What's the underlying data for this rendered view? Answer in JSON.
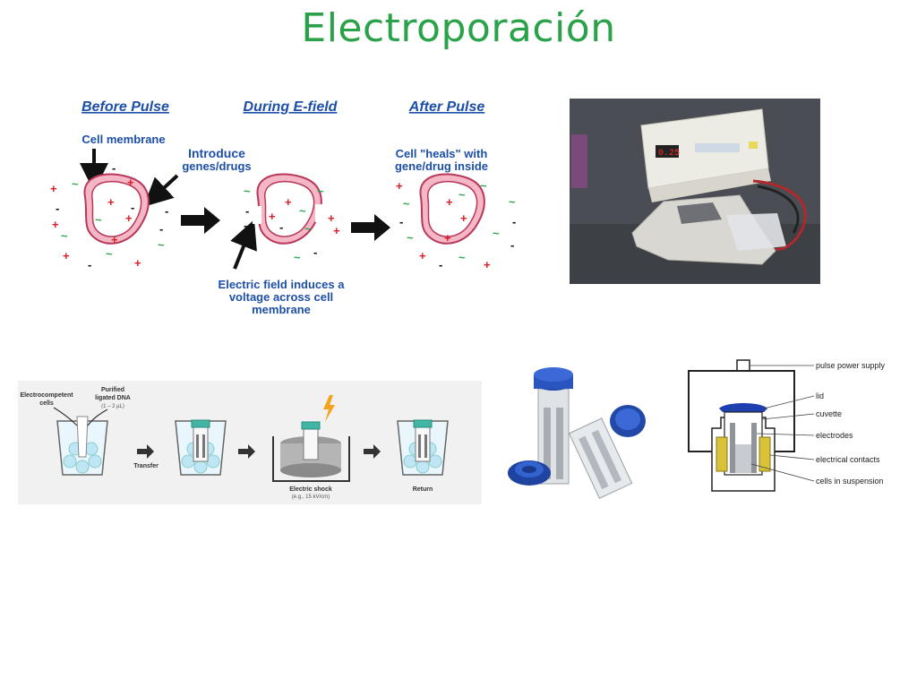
{
  "slide": {
    "title": "Electroporación"
  },
  "membrane_diagram": {
    "headers": [
      "Before Pulse",
      "During E-field",
      "After Pulse"
    ],
    "cell_membrane": "Cell membrane",
    "introduce_line1": "Introduce",
    "introduce_line2": "genes/drugs",
    "heals_line1": "Cell \"heals\" with",
    "heals_line2": "gene/drug inside",
    "efield_line1": "Electric field induces a",
    "efield_line2": "voltage across cell",
    "efield_line3": "membrane",
    "colors": {
      "header": "#1d4fa8",
      "plus": "#e01b24",
      "tilde": "#2fa84f",
      "membrane": "#f5b6c6",
      "membrane_stroke": "#b7385a"
    }
  },
  "device_photo": {
    "display_value": "0.25"
  },
  "protocol": {
    "electrocompetent_line1": "Electrocompetent",
    "electrocompetent_line2": "cells",
    "dna_line1": "Purified",
    "dna_line2": "ligated DNA",
    "dna_line3": "(1 – 2 µL)",
    "transfer": "Transfer",
    "shock_line1": "Electric shock",
    "shock_line2": "(e.g., 15 kV/cm)",
    "return": "Return"
  },
  "schematic": {
    "labels": [
      "pulse power supply",
      "lid",
      "cuvette",
      "electrodes",
      "electrical contacts",
      "cells in suspension"
    ]
  }
}
